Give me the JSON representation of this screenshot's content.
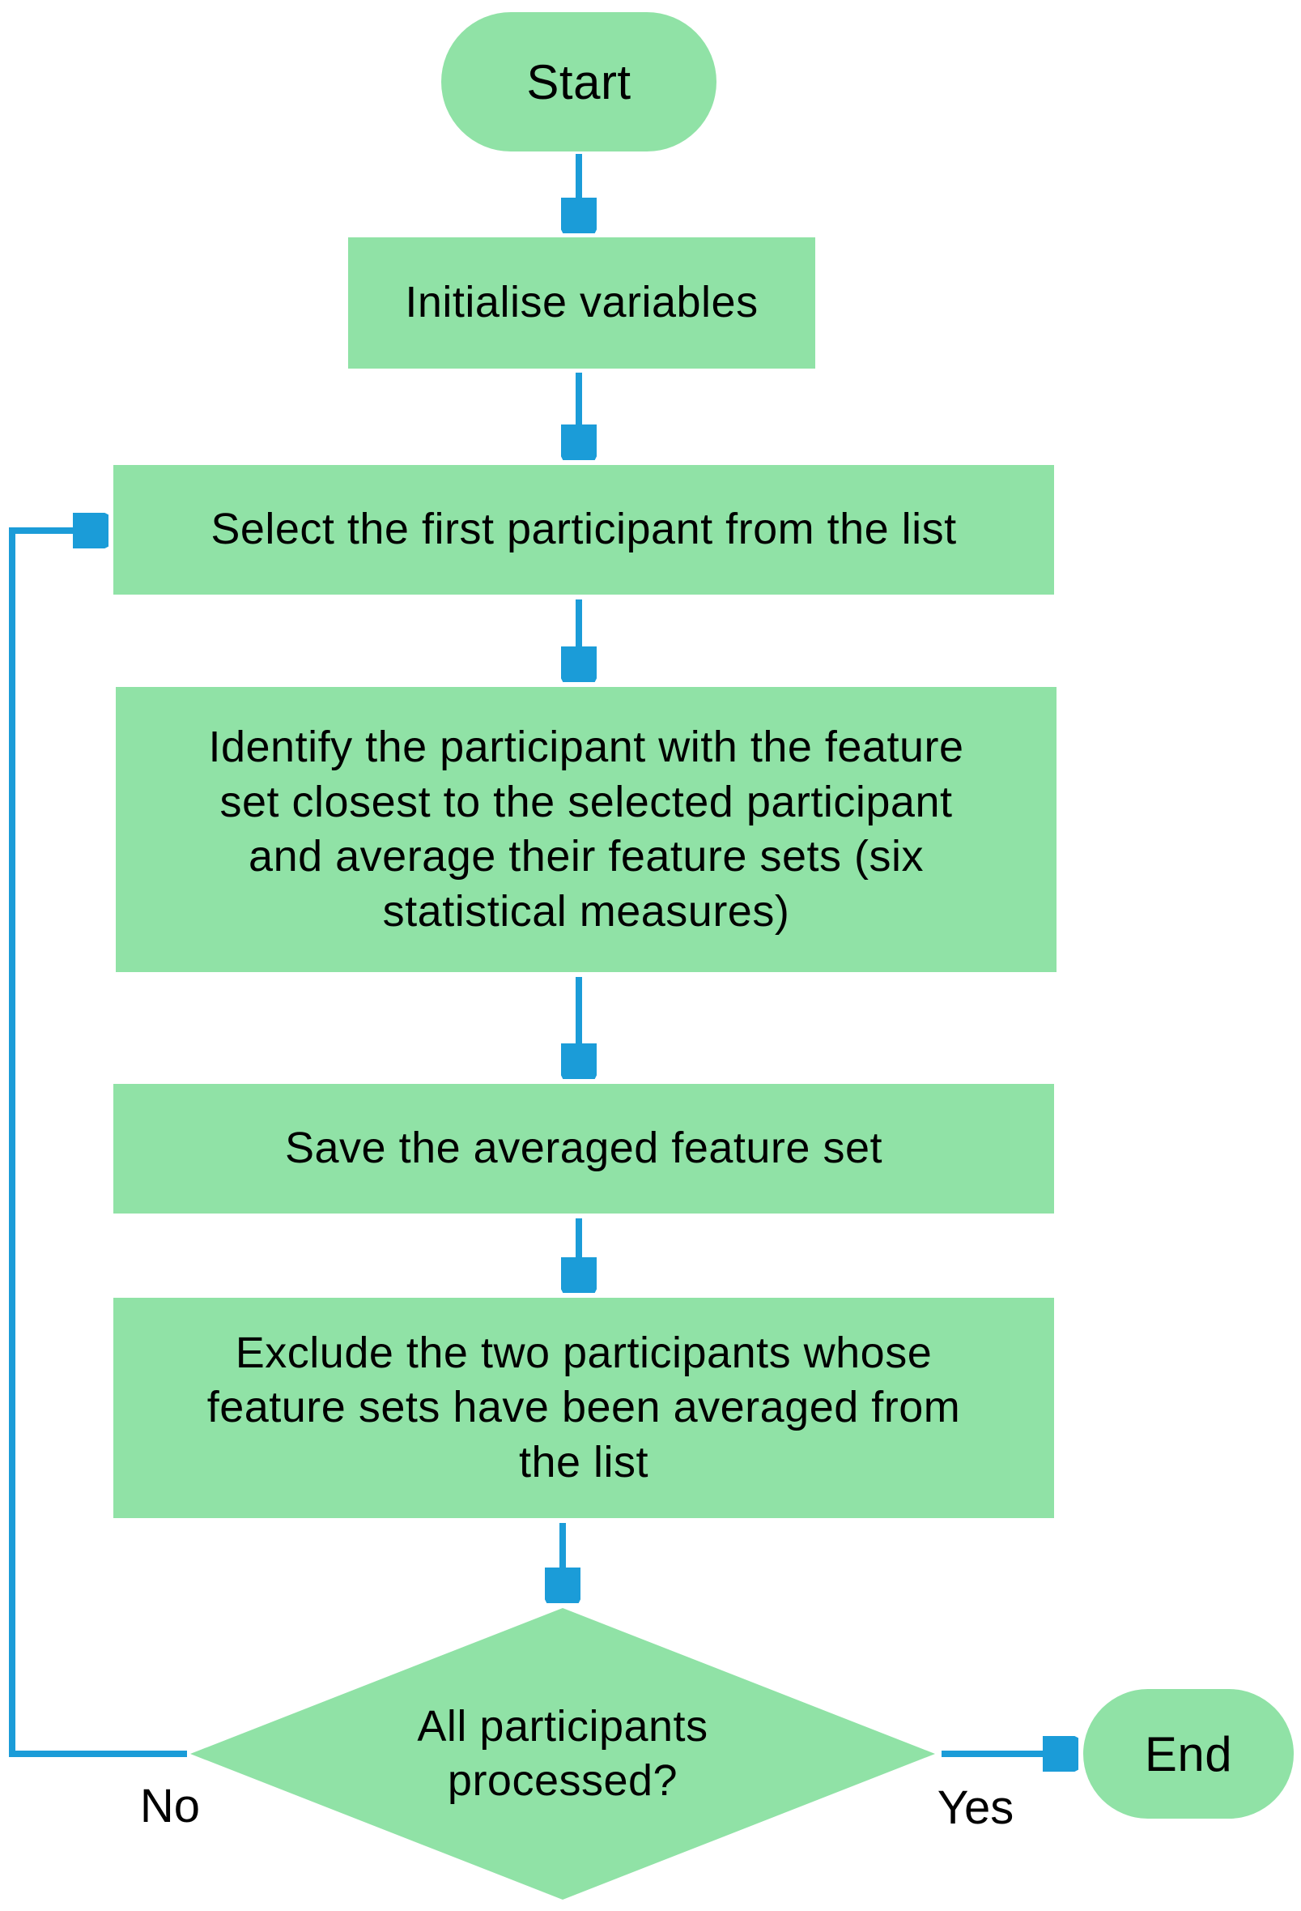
{
  "colors": {
    "node_fill": "#90E2A6",
    "arrow": "#1B9CD8",
    "text": "#000000",
    "background": "#FFFFFF"
  },
  "nodes": {
    "start": {
      "type": "terminator",
      "label": "Start"
    },
    "initialise": {
      "type": "process",
      "label": "Initialise variables"
    },
    "select": {
      "type": "process",
      "label": "Select the first participant from the list"
    },
    "identify": {
      "type": "process",
      "label": "Identify the participant with the feature set closest to the selected participant and average their feature sets (six statistical measures)"
    },
    "save": {
      "type": "process",
      "label": "Save the averaged feature set"
    },
    "exclude": {
      "type": "process",
      "label": "Exclude the two participants whose feature sets have been averaged from the list"
    },
    "decision": {
      "type": "decision",
      "label": "All participants processed?"
    },
    "end": {
      "type": "terminator",
      "label": "End"
    }
  },
  "edges": {
    "no": {
      "label": "No"
    },
    "yes": {
      "label": "Yes"
    }
  }
}
